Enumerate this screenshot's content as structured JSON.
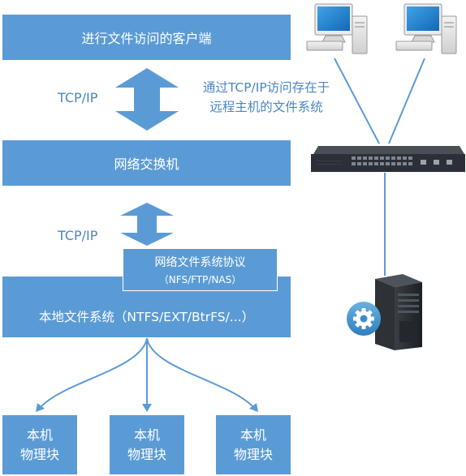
{
  "client_box": {
    "label": "进行文件访问的客户端"
  },
  "top_link": {
    "protocol": "TCP/IP"
  },
  "note": {
    "line1": "通过TCP/IP访问存在于",
    "line2": "远程主机的文件系统"
  },
  "switch_box": {
    "label": "网络交换机"
  },
  "bottom_link": {
    "protocol": "TCP/IP"
  },
  "protocol_box": {
    "title": "网络文件系统协议",
    "subtitle": "（NFS/FTP/NAS）"
  },
  "fs_box": {
    "label": "本地文件系统（NTFS/EXT/BtrFS/...）"
  },
  "blocks": [
    {
      "line1": "本机",
      "line2": "物理块"
    },
    {
      "line1": "本机",
      "line2": "物理块"
    },
    {
      "line1": "本机",
      "line2": "物理块"
    }
  ],
  "colors": {
    "box_fill": "#5b9bd5",
    "label_text": "#4a86c5",
    "connector_line": "#5b9bd5"
  },
  "icons": [
    "desktop-computer-icon",
    "desktop-computer-icon",
    "network-switch-icon",
    "server-tower-icon",
    "gear-icon"
  ]
}
